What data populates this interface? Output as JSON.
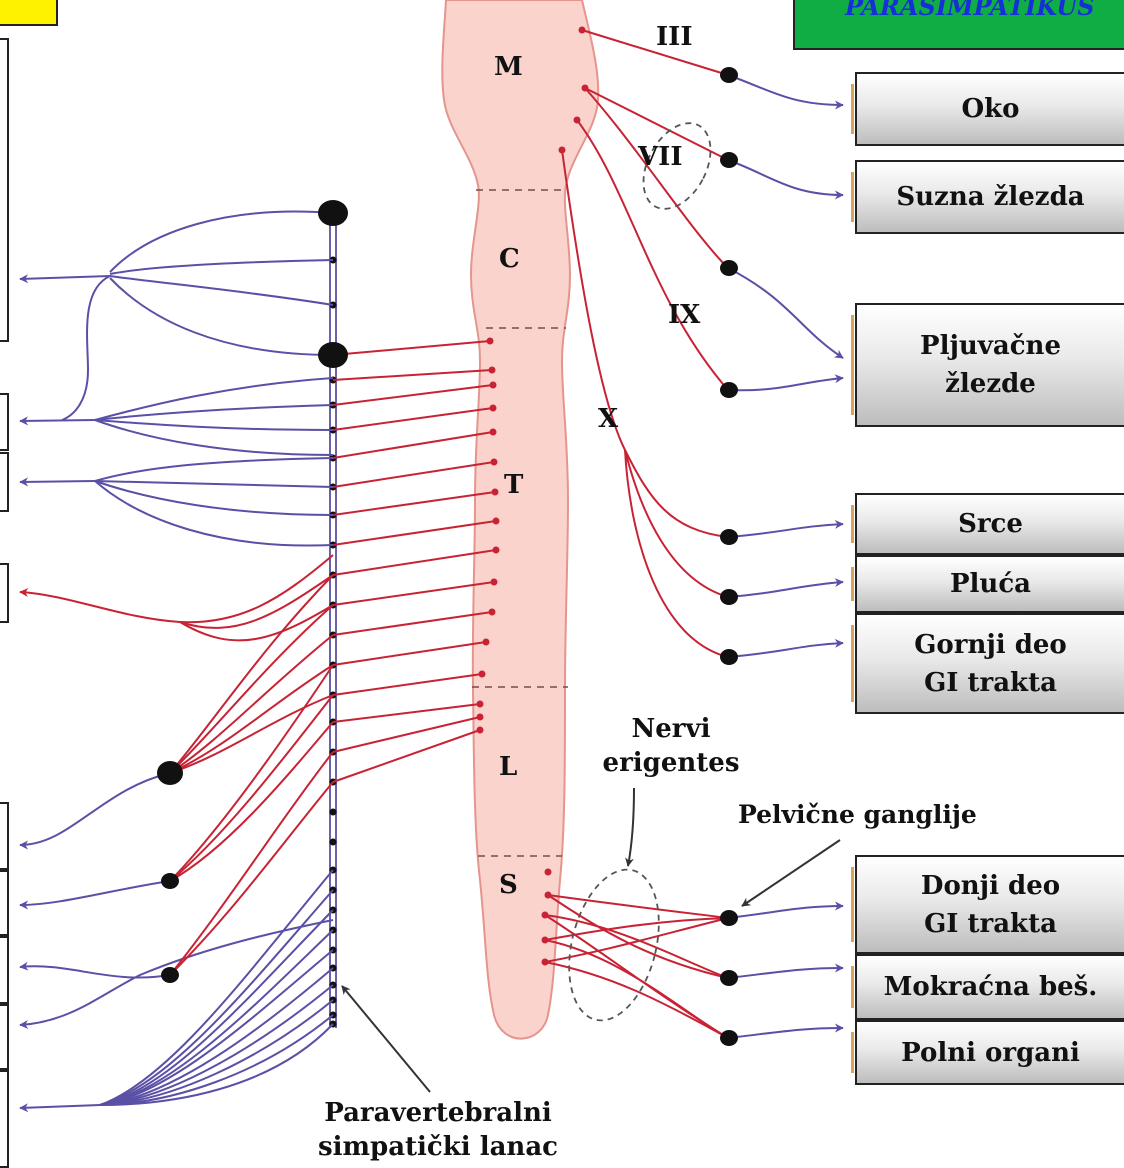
{
  "header": {
    "parasympathetic_title": "PARASIMPATIKUS"
  },
  "cord_segments": {
    "m": "M",
    "c": "C",
    "t": "T",
    "l": "L",
    "s": "S"
  },
  "cranial_nerves": {
    "iii": "III",
    "vii": "VII",
    "ix": "IX",
    "x": "X"
  },
  "organs": {
    "eye": "Oko",
    "lacrimal_gland": "Suzna žlezda",
    "salivary_glands_line1": "Pljuvačne",
    "salivary_glands_line2": "žlezde",
    "heart": "Srce",
    "lungs": "Pluća",
    "upper_gi_line1": "Gornji deo",
    "upper_gi_line2": "GI trakta",
    "lower_gi_line1": "Donji deo",
    "lower_gi_line2": "GI trakta",
    "bladder": "Mokraćna beš.",
    "genitals": "Polni organi"
  },
  "annotations": {
    "nervi_erigentes_line1": "Nervi",
    "nervi_erigentes_line2": "erigentes",
    "pelvic_ganglia": "Pelvične ganglije",
    "chain_line1": "Paravertebralni",
    "chain_line2": "simpatički lanac"
  },
  "colors": {
    "preganglionic": "#c82334",
    "postganglionic": "#5a50a6",
    "cord_fill": "#f9d3cc",
    "cord_stroke": "#e5958e",
    "header_green": "#10ad45",
    "header_text": "#1630d8",
    "header_yellow": "#fff200"
  }
}
